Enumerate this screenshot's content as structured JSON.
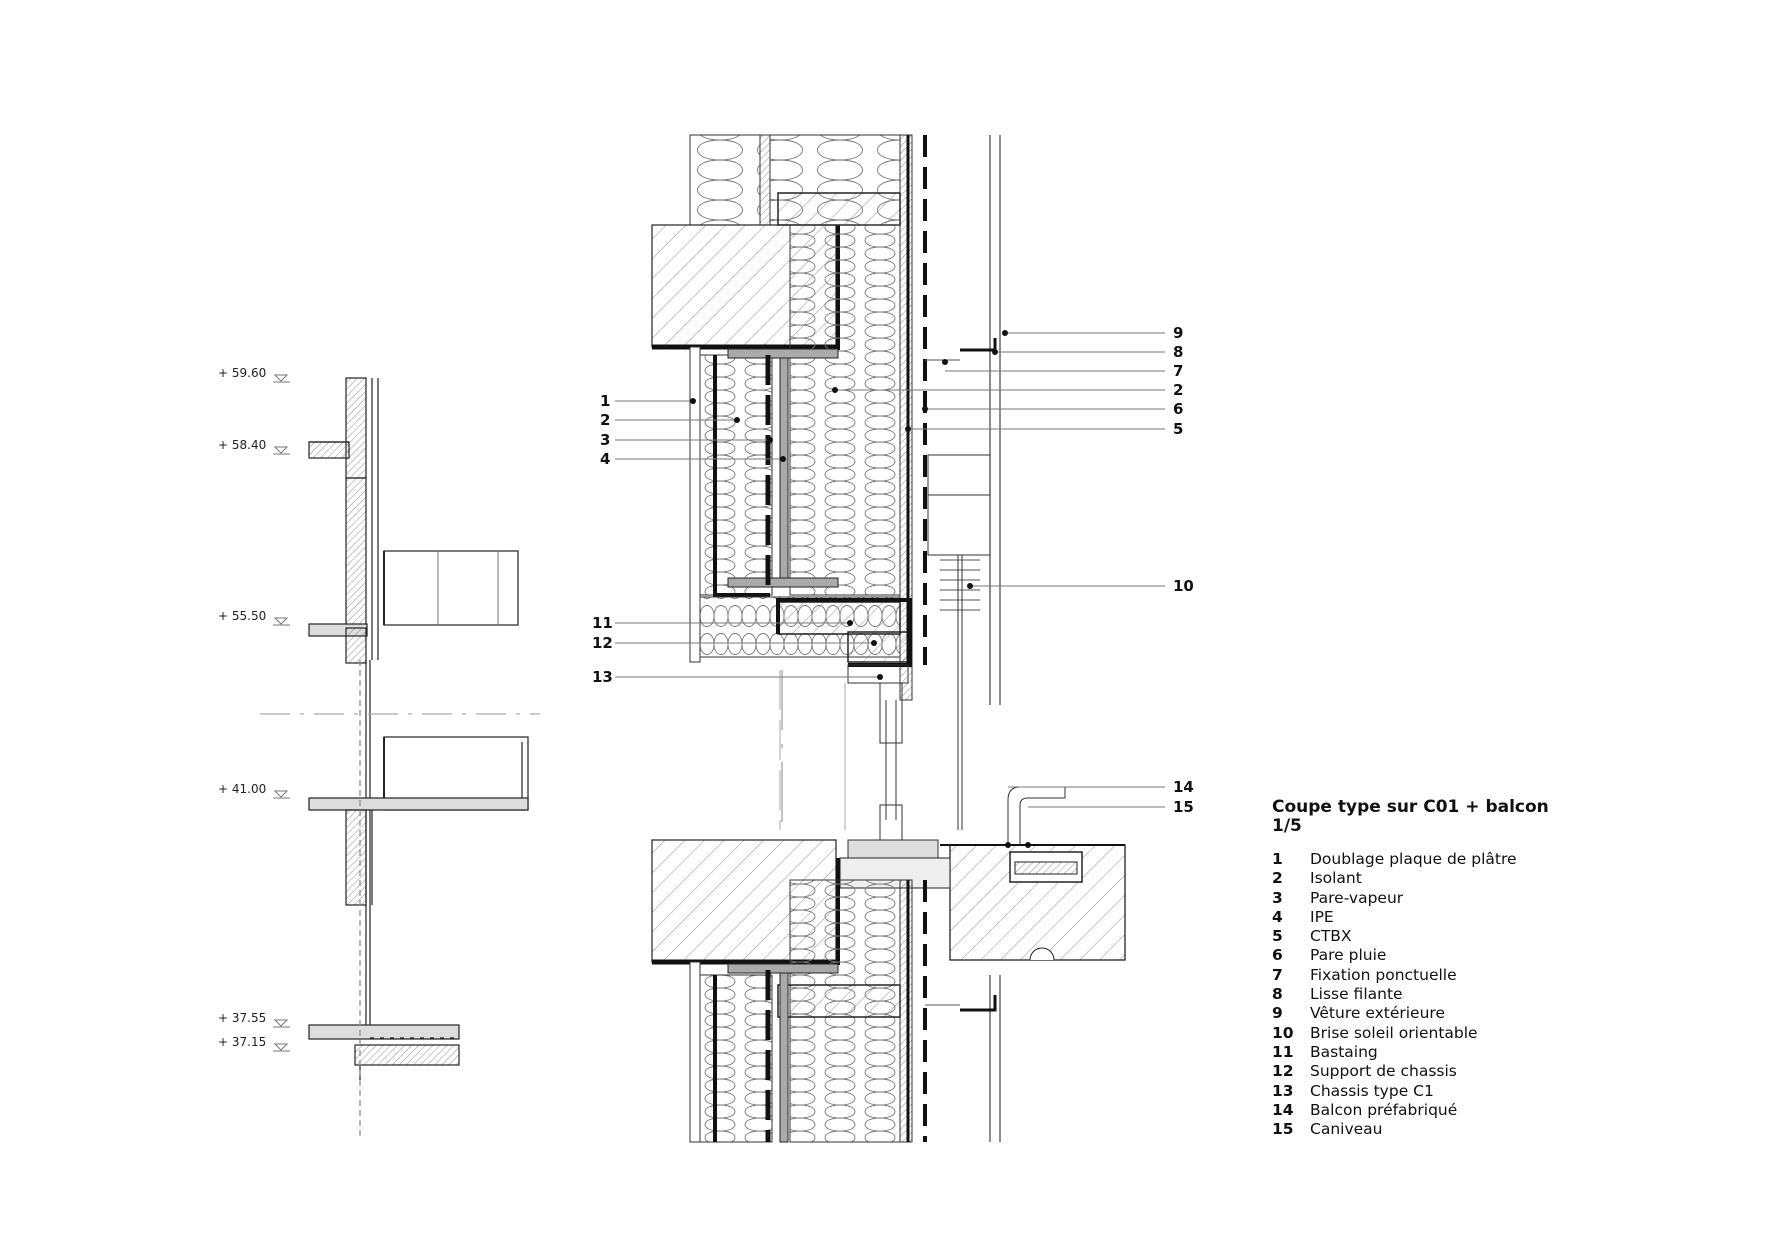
{
  "legend": {
    "title": "Coupe type sur C01 + balcon",
    "scale": "1/5",
    "items": [
      {
        "num": "1",
        "label": "Doublage plaque de plâtre"
      },
      {
        "num": "2",
        "label": "Isolant"
      },
      {
        "num": "3",
        "label": "Pare-vapeur"
      },
      {
        "num": "4",
        "label": "IPE"
      },
      {
        "num": "5",
        "label": "CTBX"
      },
      {
        "num": "6",
        "label": "Pare pluie"
      },
      {
        "num": "7",
        "label": "Fixation ponctuelle"
      },
      {
        "num": "8",
        "label": "Lisse filante"
      },
      {
        "num": "9",
        "label": "Vêture extérieure"
      },
      {
        "num": "10",
        "label": "Brise soleil orientable"
      },
      {
        "num": "11",
        "label": "Bastaing"
      },
      {
        "num": "12",
        "label": "Support de chassis"
      },
      {
        "num": "13",
        "label": "Chassis type C1"
      },
      {
        "num": "14",
        "label": "Balcon préfabriqué"
      },
      {
        "num": "15",
        "label": "Caniveau"
      }
    ]
  },
  "levels": [
    "+ 59.60",
    "+ 58.40",
    "+ 55.50",
    "+ 41.00",
    "+ 37.55",
    "+ 37.15"
  ],
  "callouts_left": [
    "1",
    "2",
    "3",
    "4",
    "11",
    "12",
    "13"
  ],
  "callouts_right": [
    "9",
    "8",
    "7",
    "2",
    "6",
    "5",
    "10",
    "14",
    "15"
  ]
}
